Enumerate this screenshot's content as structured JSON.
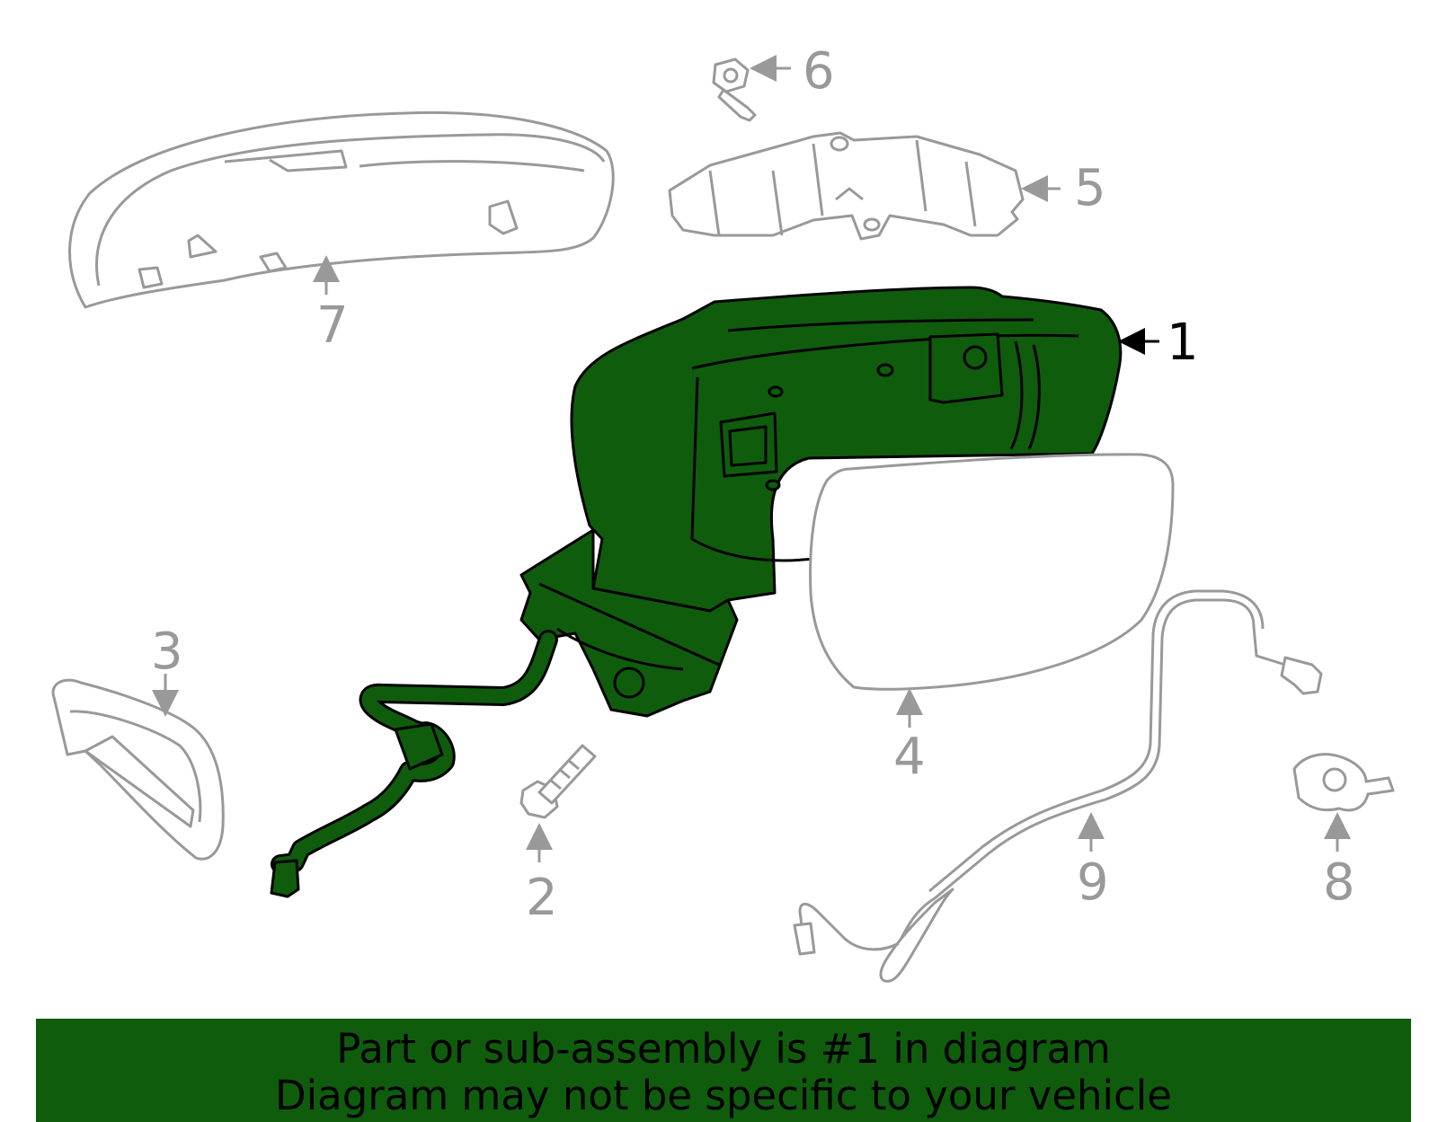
{
  "diagram": {
    "highlight_color": "#0f5c0d",
    "outline_color": "#999999",
    "callouts": {
      "c1": "1",
      "c2": "2",
      "c3": "3",
      "c4": "4",
      "c5": "5",
      "c6": "6",
      "c7": "7",
      "c8": "8",
      "c9": "9"
    },
    "highlighted_part": "1"
  },
  "banner": {
    "line1": "Part or sub-assembly is #1 in diagram",
    "line2": "Diagram may not be specific to your vehicle"
  }
}
